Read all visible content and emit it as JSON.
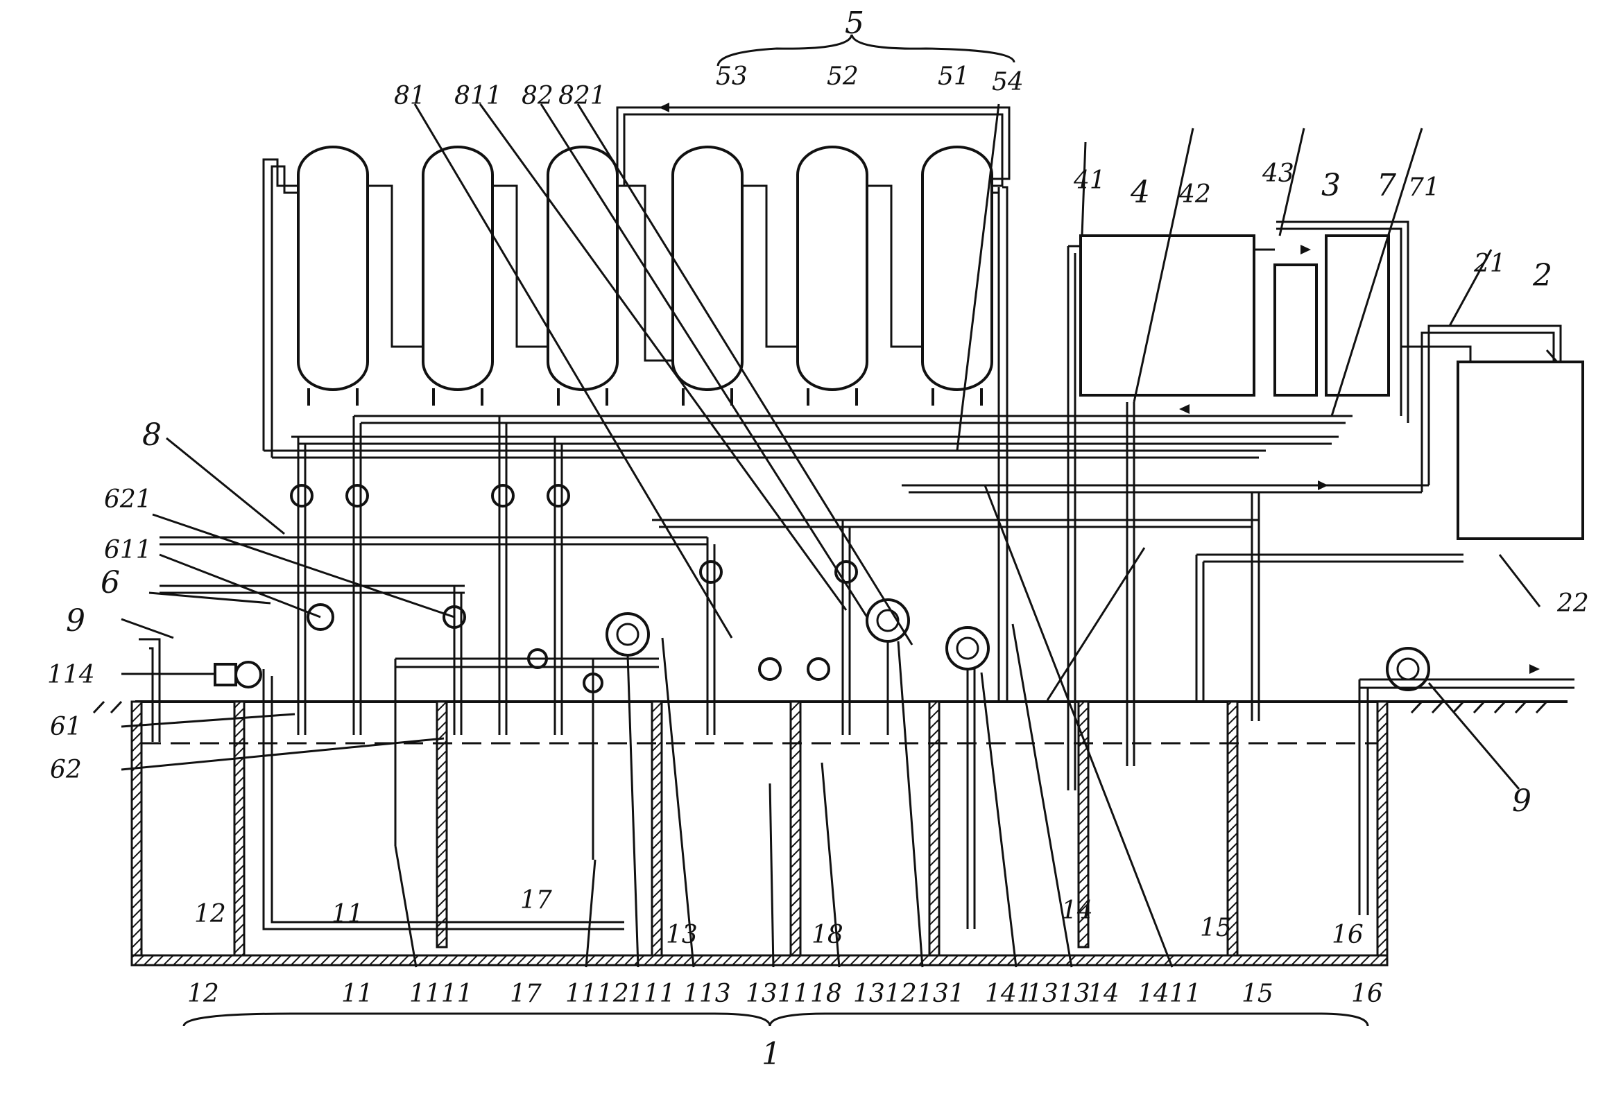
{
  "labels": {
    "l5": "5",
    "l53": "53",
    "l52": "52",
    "l51": "51",
    "l54": "54",
    "l81": "81",
    "l811": "811",
    "l82": "82",
    "l821": "821",
    "l41": "41",
    "l4": "4",
    "l42": "42",
    "l43": "43",
    "l3": "3",
    "l7": "7",
    "l71": "71",
    "l21": "21",
    "l2": "2",
    "l22": "22",
    "l8": "8",
    "l621": "621",
    "l611": "611",
    "l6": "6",
    "l9a": "9",
    "l114": "114",
    "l61": "61",
    "l62": "62",
    "l9b": "9",
    "l12": "12",
    "l11": "11",
    "l1111": "1111",
    "l17": "17",
    "l1112": "1112",
    "l111": "111",
    "l13": "13",
    "l113": "113",
    "l1311": "1311",
    "l18": "18",
    "l1312": "1312",
    "l131": "131",
    "l141": "141",
    "l1313": "1313",
    "l14": "14",
    "l1411": "1411",
    "l15": "15",
    "l16": "16",
    "l1": "1"
  },
  "colors": {
    "line": "#111111",
    "background": "#ffffff"
  },
  "icons": [
    "pump-icon",
    "valve-icon",
    "motor-icon",
    "flow-arrow-icon"
  ]
}
